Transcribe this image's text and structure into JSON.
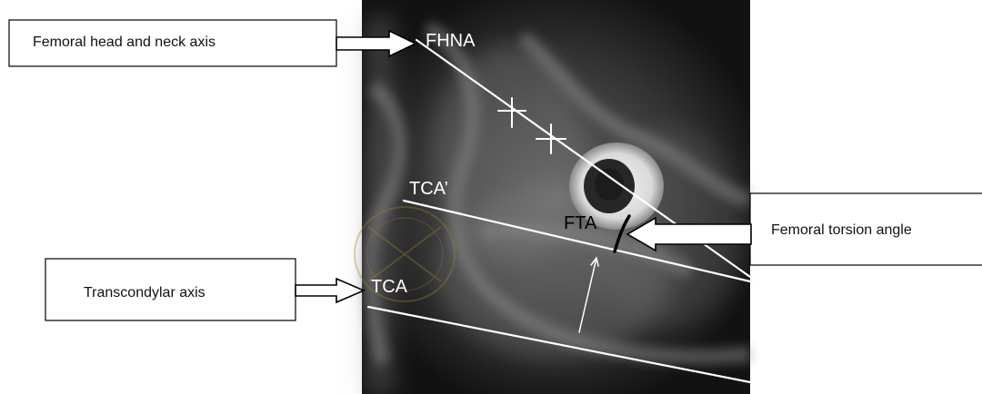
{
  "figure": {
    "image_labels": {
      "fhna": "FHNA",
      "tca_prime": "TCA’",
      "fta": "FTA",
      "tca": "TCA"
    },
    "callouts": {
      "femoral_head_neck_axis": "Femoral head and neck axis",
      "femoral_torsion_angle": "Femoral torsion angle",
      "transcondylar_axis": "Transcondylar axis"
    },
    "colors": {
      "image_background": "#111111",
      "axis_line": "#ffffff",
      "angle_arc": "#000000",
      "callout_border": "#000000"
    }
  }
}
